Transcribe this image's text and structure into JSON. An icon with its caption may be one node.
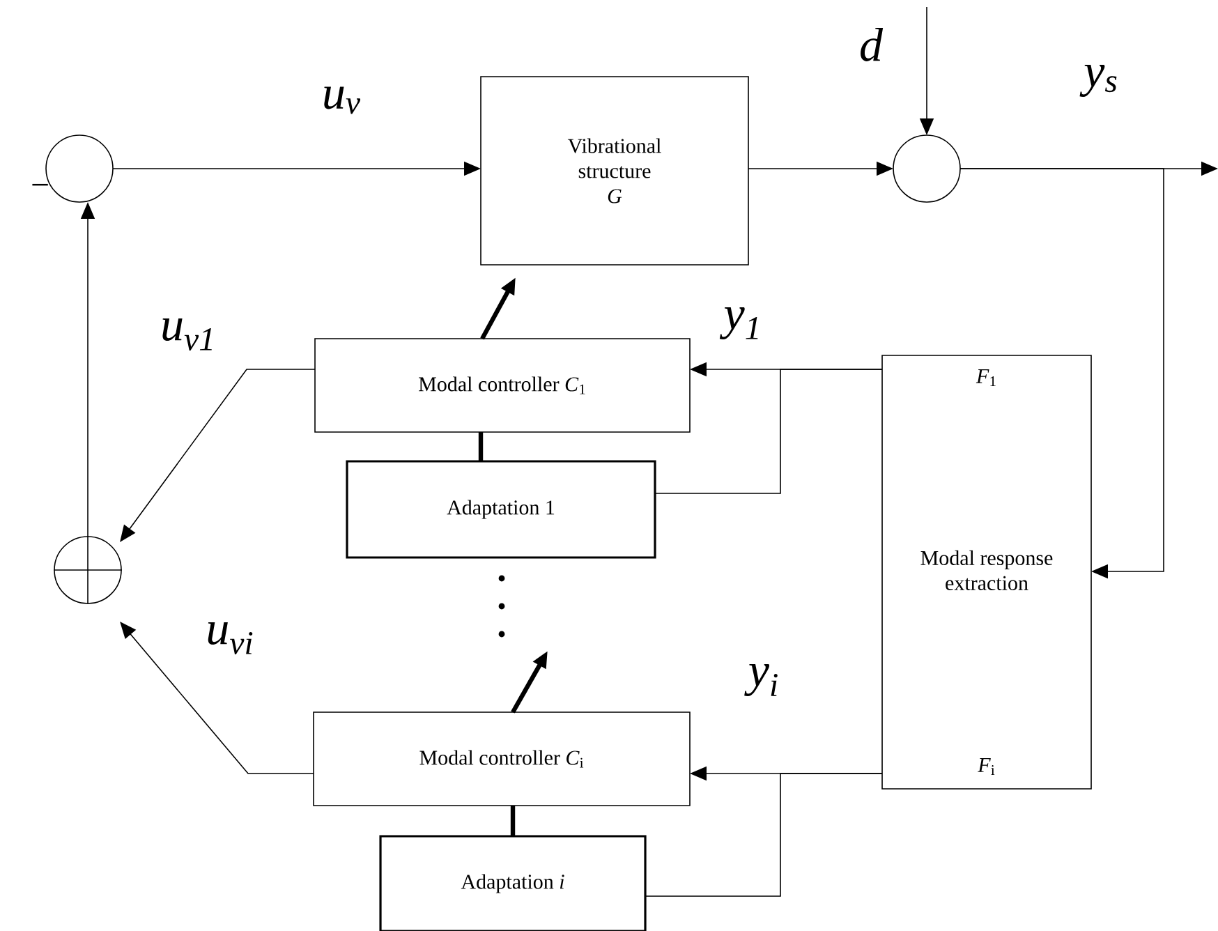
{
  "diagram": {
    "nodes": [
      {
        "text": [],
        "shape": "circle",
        "beside": [
          "−"
        ]
      },
      {
        "text": [
          "Vibrational structure",
          "*G*"
        ]
      },
      {
        "text": [],
        "shape": "circle"
      },
      {
        "text": [
          "Modal controller *C*$_{1}$"
        ]
      },
      {
        "text": [
          "Adaptation 1"
        ]
      },
      {
        "text": [
          "*F*$_{1}$",
          "Modal response extraction",
          "*F*$_{i}$"
        ]
      },
      {
        "text": [],
        "shape": "circle"
      },
      {
        "text": [
          "Modal controller *C*$_{i}$"
        ]
      },
      {
        "text": [
          "Adaptation *i*"
        ]
      }
    ],
    "edges": [
      {
        "from": 0,
        "to": 1,
        "arrow": "to",
        "label": "u$_{v}$"
      },
      {
        "from": 1,
        "to": 2,
        "arrow": "to"
      },
      {
        "from": null,
        "to": 2,
        "arrow": "to",
        "label": "d"
      },
      {
        "from": 2,
        "to": null,
        "arrow": "to",
        "label": "y$_{s}$"
      },
      {
        "from": 2,
        "to": 5,
        "arrow": "to"
      },
      {
        "from": 5,
        "to": 3,
        "arrow": "to",
        "label": "y$_{1}$"
      },
      {
        "from": 5,
        "to": 4,
        "arrow": "none"
      },
      {
        "from": 3,
        "to": 6,
        "arrow": "to",
        "label": "u$_{v1}$"
      },
      {
        "from": 6,
        "to": 0,
        "arrow": "to"
      },
      {
        "from": 3,
        "to": 4,
        "arrow": "none",
        "style": "thick"
      },
      {
        "from": 3,
        "to": 1,
        "arrow": "to",
        "style": "thick"
      },
      {
        "from": 5,
        "to": 7,
        "arrow": "to",
        "label": "y$_{i}$"
      },
      {
        "from": 5,
        "to": 8,
        "arrow": "none"
      },
      {
        "from": 7,
        "to": 6,
        "arrow": "to",
        "label": "u$_{vi}$"
      },
      {
        "from": 7,
        "to": 8,
        "arrow": "none",
        "style": "thick"
      },
      {
        "from": 7,
        "to": null,
        "arrow": "to",
        "style": "thick"
      }
    ]
  }
}
